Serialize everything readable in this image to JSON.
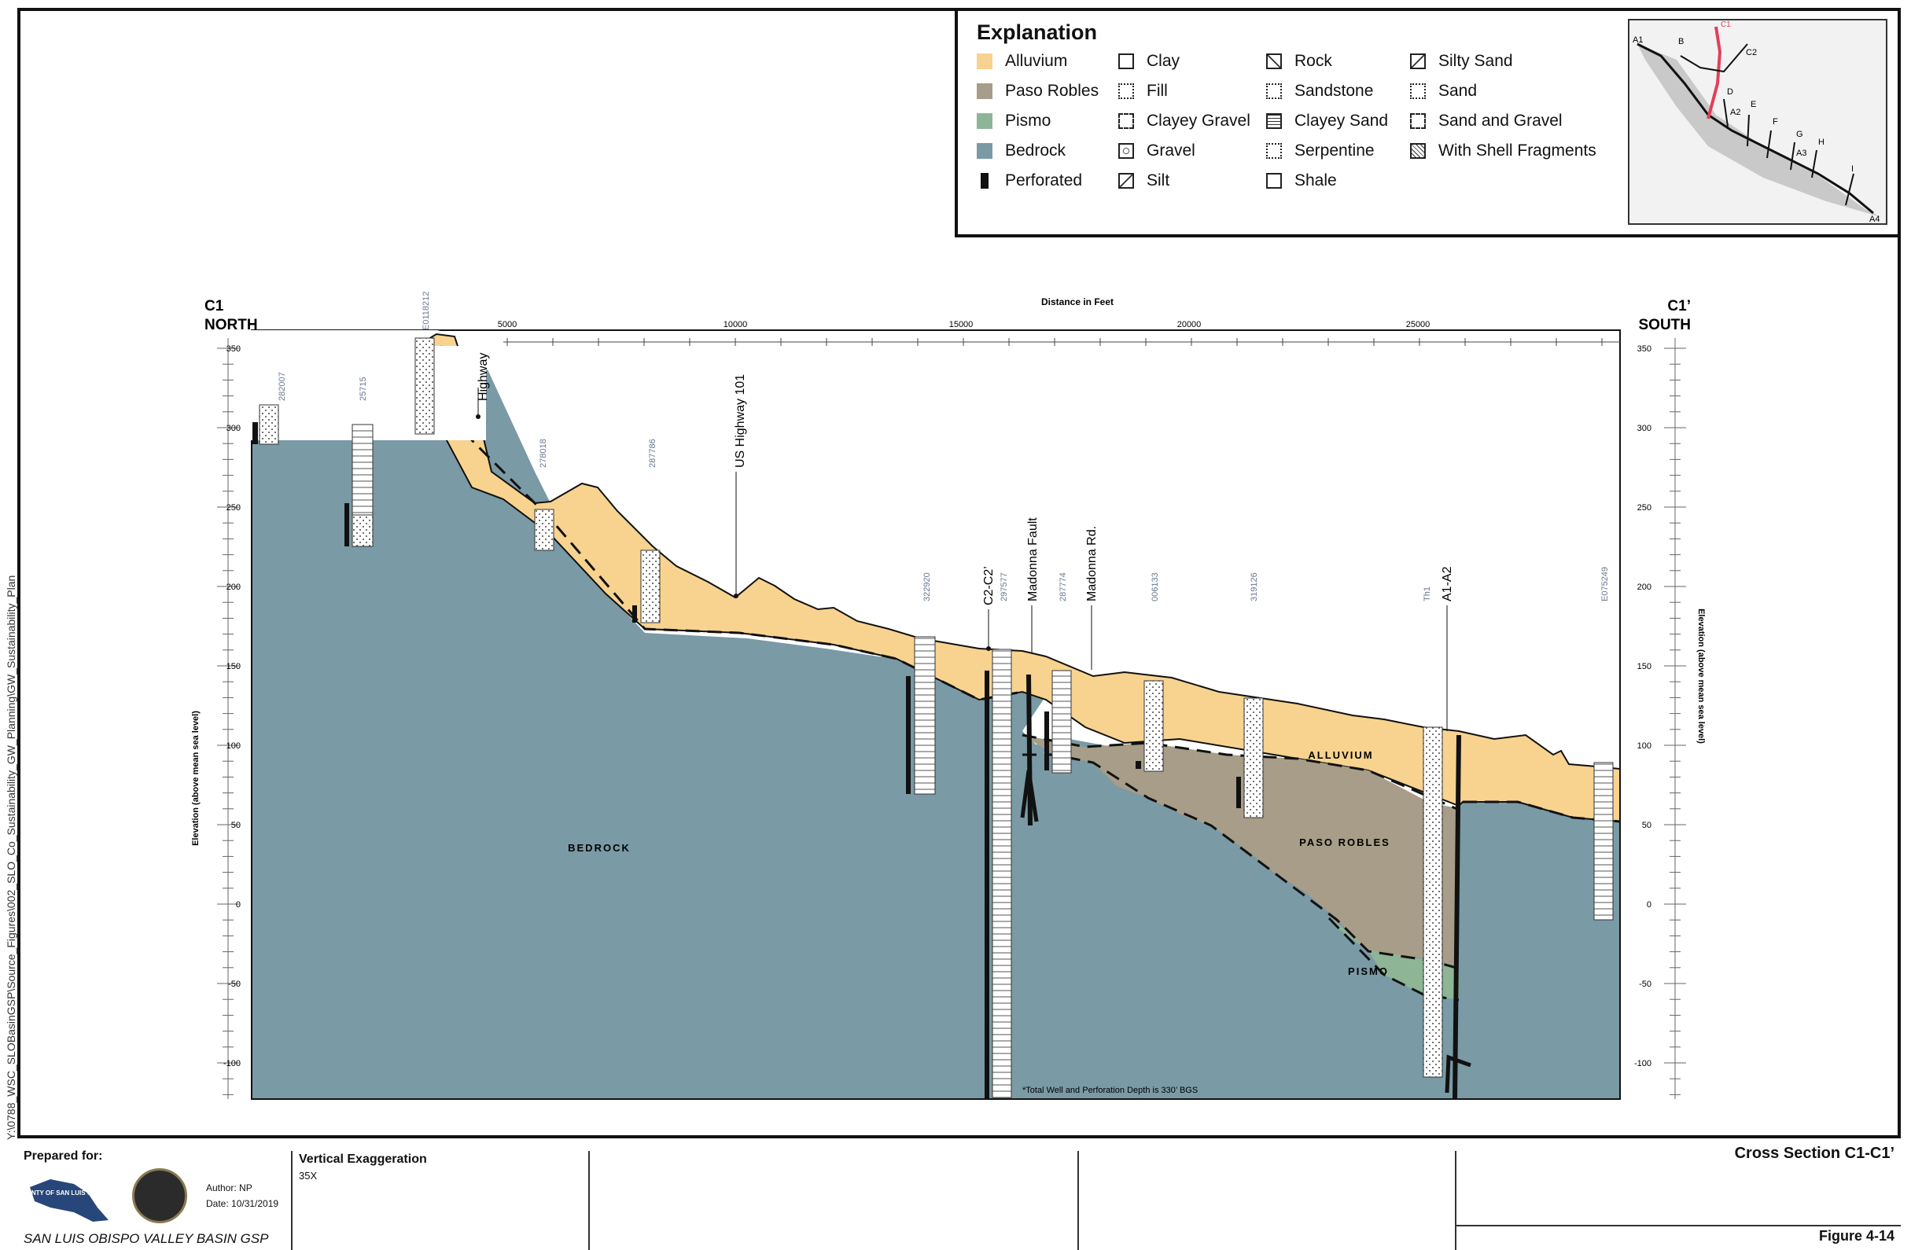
{
  "legend": {
    "title": "Explanation",
    "units": [
      {
        "label": "Alluvium",
        "color": "#f7d38f"
      },
      {
        "label": "Paso Robles",
        "color": "#a79d88"
      },
      {
        "label": "Pismo",
        "color": "#8db596"
      },
      {
        "label": "Bedrock",
        "color": "#7a9aa5"
      },
      {
        "label": "Perforated",
        "color": "#111111"
      }
    ],
    "lithologies_col1": [
      "Clay",
      "Fill",
      "Clayey Gravel",
      "Gravel",
      "Silt"
    ],
    "lithologies_col2": [
      "Rock",
      "Sandstone",
      "Clayey Sand",
      "Serpentine",
      "Shale"
    ],
    "lithologies_col3": [
      "Silty Sand",
      "Sand",
      "Sand and Gravel",
      "With Shell Fragments"
    ]
  },
  "inset_map": {
    "labels": [
      "A1",
      "B",
      "C1",
      "C2",
      "D",
      "A2",
      "E",
      "F",
      "G",
      "A3",
      "H",
      "I",
      "A4"
    ],
    "highlight_color": "#e0405a"
  },
  "section": {
    "left_label_line1": "C1",
    "left_label_line2": "NORTH",
    "right_label_line1": "C1’",
    "right_label_line2": "SOUTH",
    "distance_title": "Distance in Feet",
    "distance_ticks": [
      "5000",
      "10000",
      "15000",
      "20000",
      "25000"
    ],
    "elevation_label": "Elevation (above mean sea level)",
    "elevation_ticks": [
      "350",
      "300",
      "250",
      "200",
      "150",
      "100",
      "50",
      "0",
      "-50",
      "-100"
    ],
    "unit_labels": {
      "bedrock": "BEDROCK",
      "alluvium": "ALLUVIUM",
      "paso_robles": "PASO ROBLES",
      "pismo": "PISMO"
    },
    "features": {
      "highway": "Highway",
      "us101": "US Highway 101",
      "c2": "C2-C2’",
      "fault": "Madonna Fault",
      "road": "Madonna Rd.",
      "a1a2": "A1-A2"
    },
    "wells": [
      "282007",
      "25715",
      "E0118212",
      "278018",
      "287786",
      "322920",
      "297577",
      "287774",
      "006133",
      "319126",
      "Th1",
      "E075249"
    ],
    "footnote": "*Total Well and Perforation Depth is 330’ BGS"
  },
  "footer": {
    "prepared_for": "Prepared for:",
    "county_logo_text": "COUNTY OF SAN LUIS OBISPO",
    "author": "Author: NP",
    "date": "Date: 10/31/2019",
    "agency": "SAN LUIS OBISPO VALLEY BASIN GSP",
    "vertical_exaggeration_label": "Vertical Exaggeration",
    "vertical_exaggeration_value": "35X",
    "title": "Cross Section C1-C1’",
    "figure": "Figure 4-14"
  },
  "side_path": "Y:\\0788_WSC_SLOBasinGSP\\Source_Figures\\002_SLO_Co_Sustainability_GW_Planning\\GW_Sustainability_Plan"
}
